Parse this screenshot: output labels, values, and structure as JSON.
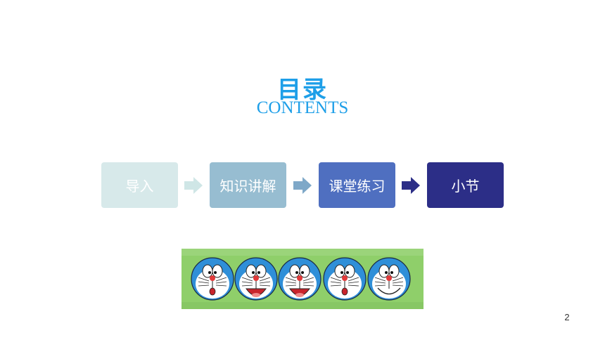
{
  "slide": {
    "title": "目录",
    "subtitle": "CONTENTS",
    "page_number": "2"
  },
  "steps": [
    {
      "label": "导入",
      "bg": "#d7e9ea",
      "fg": "#ffffff"
    },
    {
      "label": "知识讲解",
      "bg": "#97bdd1",
      "fg": "#ffffff"
    },
    {
      "label": "课堂练习",
      "bg": "#4f6fc0",
      "fg": "#ffffff"
    },
    {
      "label": "小节",
      "bg": "#2c2e87",
      "fg": "#ffffff"
    }
  ],
  "arrow_colors": [
    "#cfe6e6",
    "#7ea8c8",
    "#2c2e87"
  ],
  "colors": {
    "accent": "#1e9fe8",
    "photo_background": "#8fcf6a",
    "face_blue": "#2f8fd8"
  }
}
